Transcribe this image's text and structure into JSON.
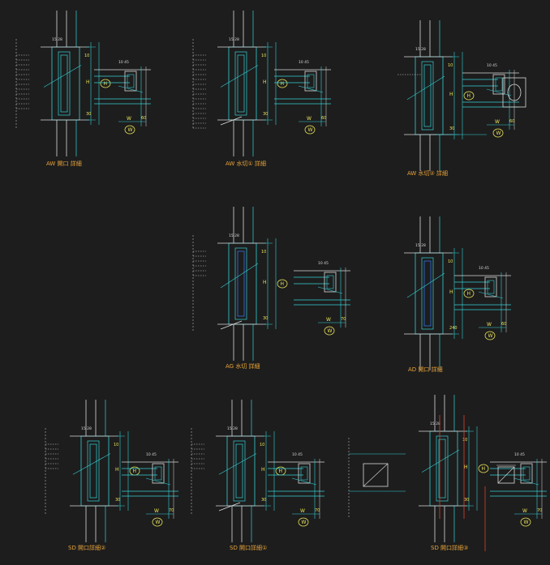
{
  "colors": {
    "background": "#1d1d1d",
    "cyan": "#35d0d6",
    "white": "#d9d9d9",
    "blue": "#3a7cff",
    "yellow": "#e8e35a",
    "orange_caption": "#e8a33a",
    "red": "#d8452e",
    "green": "#5fd36a"
  },
  "drawings": [
    {
      "id": "aw-opening",
      "caption": "AW 開口 詳細",
      "circle_w": "W",
      "circle_h": "H",
      "dim_w": "W",
      "dim_60": "60",
      "dim_30": "30"
    },
    {
      "id": "aw-sill-1",
      "caption": "AW 水切① 詳細",
      "circle_w": "W",
      "circle_h": "H",
      "dim_w": "W",
      "dim_60": "60",
      "dim_30": "30"
    },
    {
      "id": "aw-sill-2",
      "caption": "AW 水切② 詳細",
      "circle_w": "W",
      "circle_h": "H",
      "dim_w": "W",
      "dim_60": "60",
      "dim_30": "30"
    },
    {
      "id": "ag-sill",
      "caption": "AG 水切 詳細",
      "circle_w": "W",
      "circle_h": "H",
      "dim_w": "W",
      "dim_60": "70",
      "dim_30": "30"
    },
    {
      "id": "ad-opening",
      "caption": "AD 開口 詳細",
      "circle_w": "W",
      "circle_h": "H",
      "dim_w": "W",
      "dim_60": "60",
      "dim_30": "240"
    },
    {
      "id": "sd-opening-2",
      "caption": "SD 開口詳細②",
      "circle_w": "W",
      "circle_h": "H",
      "dim_w": "W",
      "dim_60": "70",
      "dim_30": "30"
    },
    {
      "id": "sd-opening-1",
      "caption": "SD 開口詳細①",
      "circle_w": "W",
      "circle_h": "H",
      "dim_w": "W",
      "dim_60": "70",
      "dim_30": "30"
    },
    {
      "id": "sd-opening-3",
      "caption": "SD 開口詳細③",
      "circle_w": "W",
      "circle_h": "H",
      "dim_w": "W",
      "dim_60": "70",
      "dim_30": "30"
    }
  ]
}
